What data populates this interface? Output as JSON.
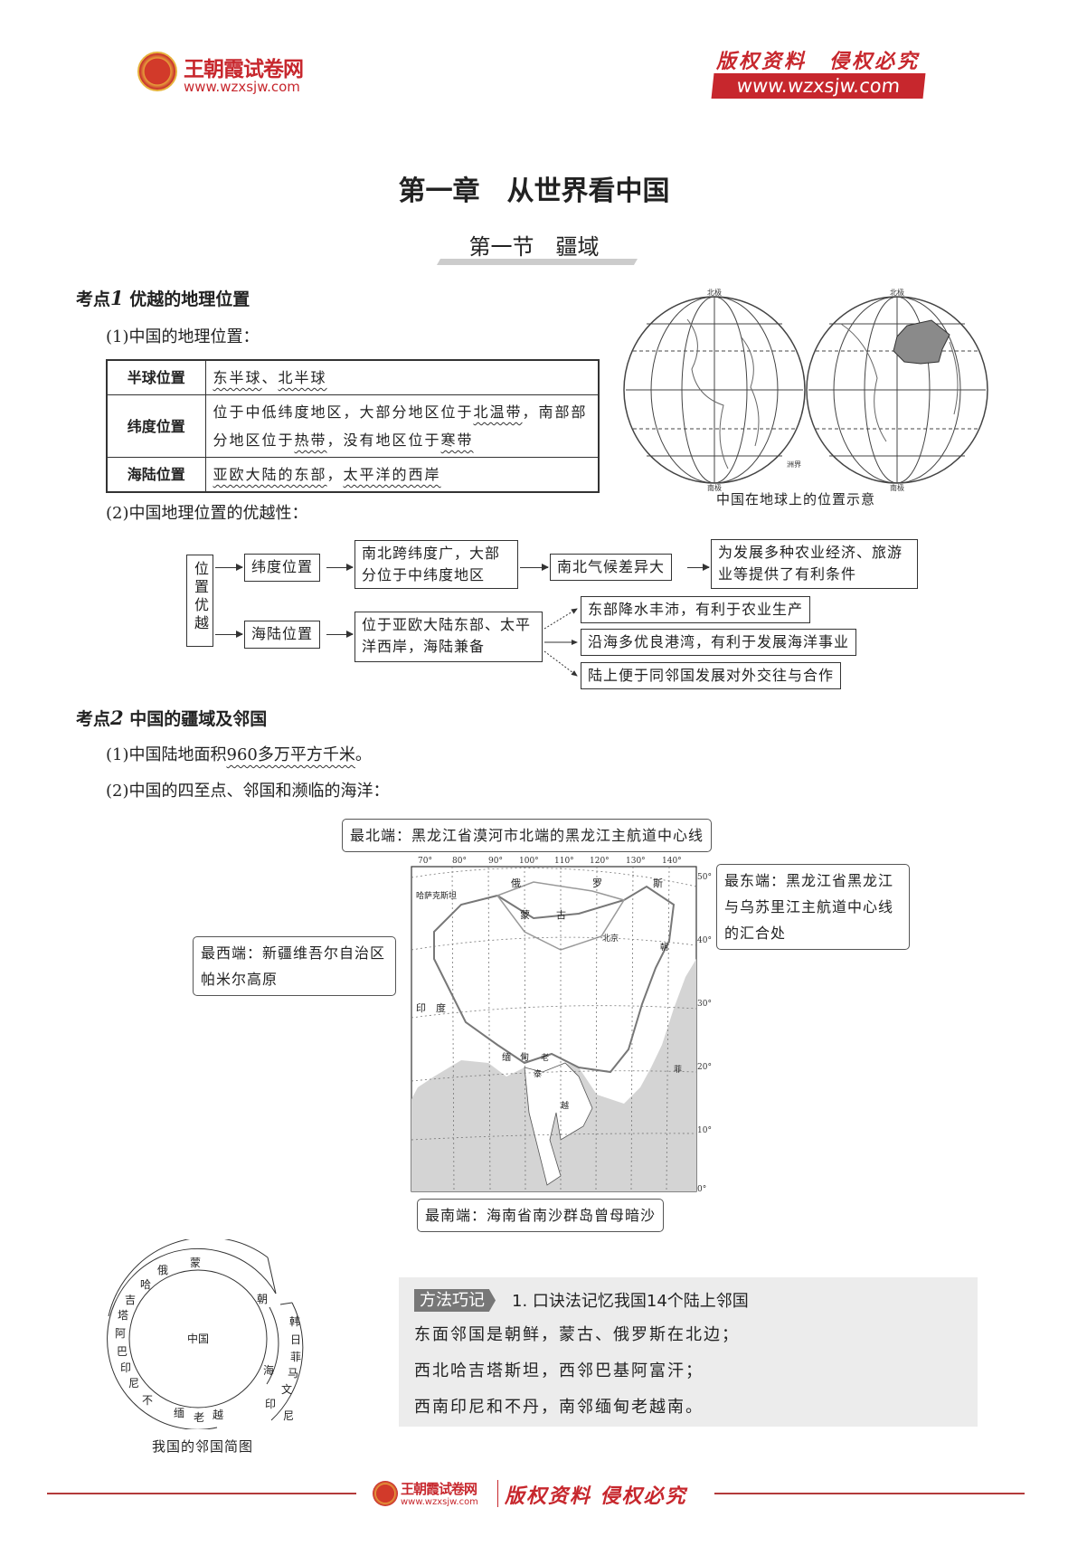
{
  "header": {
    "logo_name": "王朝霞试卷网",
    "logo_url": "www.wzxsjw.com",
    "copyright": "版权资料　侵权必究",
    "banner_url": "www.wzxsjw.com"
  },
  "chapter_title": "第一章　从世界看中国",
  "section_title": "第一节　疆域",
  "point1": {
    "title_prefix": "考点",
    "title_num": "1",
    "title": "优越的地理位置",
    "sub1": "(1)中国的地理位置：",
    "table": [
      {
        "label": "半球位置",
        "parts": [
          {
            "t": "东半球",
            "u": true
          },
          {
            "t": "、",
            "u": false
          },
          {
            "t": "北半球",
            "u": true
          }
        ]
      },
      {
        "label": "纬度位置",
        "parts": [
          {
            "t": "位于中低纬度地区，大部分地区位于",
            "u": false
          },
          {
            "t": "北温带",
            "u": true
          },
          {
            "t": "，南部部分地区位于",
            "u": false
          },
          {
            "t": "热带",
            "u": true
          },
          {
            "t": "，没有地区位于",
            "u": false
          },
          {
            "t": "寒带",
            "u": true
          }
        ]
      },
      {
        "label": "海陆位置",
        "parts": [
          {
            "t": "亚欧大陆的东部",
            "u": true
          },
          {
            "t": "，",
            "u": false
          },
          {
            "t": "太平洋的西岸",
            "u": true
          }
        ]
      }
    ],
    "globe_caption": "中国在地球上的位置示意",
    "globe_labels": {
      "north_pole": "北极",
      "south_pole": "南极",
      "legend": "洲界"
    },
    "sub2": "(2)中国地理位置的优越性：",
    "flow": {
      "root": "位置优越",
      "lat": "纬度位置",
      "lat_desc": "南北跨纬度广，大部分位于中纬度地区",
      "lat_effect": "南北气候差异大",
      "lat_result": "为发展多种农业经济、旅游业等提供了有利条件",
      "sea": "海陆位置",
      "sea_desc": "位于亚欧大陆东部、太平洋西岸，海陆兼备",
      "sea_results": [
        "东部降水丰沛，有利于农业生产",
        "沿海多优良港湾，有利于发展海洋事业",
        "陆上便于同邻国发展对外交往与合作"
      ]
    }
  },
  "point2": {
    "title_prefix": "考点",
    "title_num": "2",
    "title": "中国的疆域及邻国",
    "sub1_pre": "(1)中国陆地面积",
    "sub1_u": "960多万平方千米",
    "sub1_post": "。",
    "sub2": "(2)中国的四至点、邻国和濒临的海洋：",
    "extremes": {
      "north": "最北端：黑龙江省漠河市北端的黑龙江主航道中心线",
      "east": "最东端：黑龙江省黑龙江与乌苏里江主航道中心线的汇合处",
      "west": "最西端：新疆维吾尔自治区帕米尔高原",
      "south": "最南端：海南省南沙群岛曾母暗沙"
    },
    "map": {
      "lon_ticks": [
        "70°",
        "80°",
        "90°",
        "100°",
        "110°",
        "120°",
        "130°",
        "140°"
      ],
      "lat_ticks": [
        "50°",
        "40°",
        "30°",
        "20°",
        "10°",
        "0°"
      ],
      "labels": [
        "俄",
        "罗",
        "斯",
        "哈萨克斯坦",
        "蒙",
        "古",
        "北京",
        "印",
        "度",
        "缅",
        "甸",
        "老",
        "泰",
        "越",
        "菲",
        "朝"
      ]
    },
    "ring": {
      "center": "中国",
      "caption": "我国的邻国简图",
      "land": [
        "朝",
        "蒙",
        "俄",
        "哈",
        "吉",
        "塔",
        "阿",
        "巴",
        "印",
        "尼",
        "不",
        "缅",
        "老",
        "越"
      ],
      "sea_label": "海",
      "sea": [
        "韩",
        "日",
        "菲",
        "马",
        "文",
        "印",
        "尼"
      ]
    },
    "method": {
      "tag": "方法巧记",
      "title": "1. 口诀法记忆我国14个陆上邻国",
      "lines": [
        "东面邻国是朝鲜，蒙古、俄罗斯在北边；",
        "西北哈吉塔斯坦，西邻巴基阿富汗；",
        "西南印尼和不丹，南邻缅甸老越南。"
      ]
    }
  },
  "footer": {
    "logo_name": "王朝霞试卷网",
    "logo_url": "www.wzxsjw.com",
    "copyright": "版权资料 侵权必究"
  },
  "colors": {
    "brand_red": "#c7272d",
    "panel_gray": "#ececec",
    "sea_gray": "#d4d4d4",
    "china_gray": "#8a8a8a"
  }
}
